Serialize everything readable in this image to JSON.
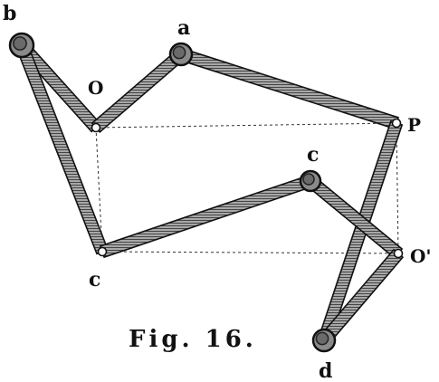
{
  "figure": {
    "caption": "Fig. 16.",
    "labels": {
      "b": "b",
      "a": "a",
      "O": "O",
      "P": "P",
      "c_upper": "c",
      "O_prime": "O'",
      "c_lower": "c",
      "d": "d"
    },
    "colors": {
      "ink": "#111111",
      "bar_fill": "#9a9a9a",
      "bar_hatch": "#2a2a2a",
      "background": "#ffffff"
    }
  }
}
